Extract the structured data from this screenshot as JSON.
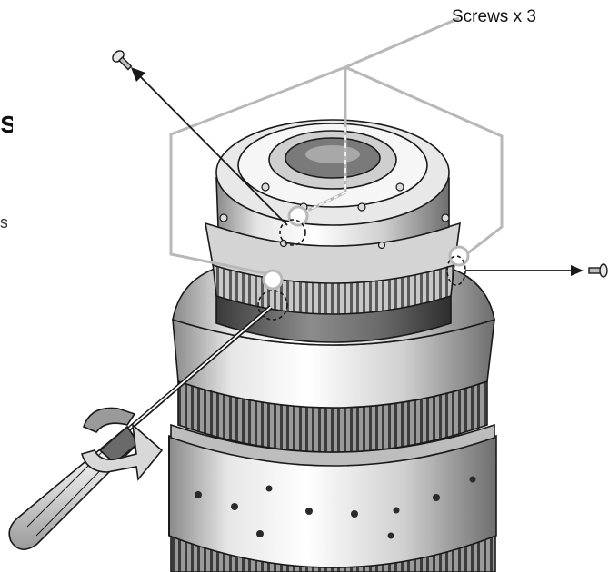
{
  "callout": {
    "label": "Screws x 3"
  },
  "clipped_text": {
    "heading_fragment": "s",
    "body_fragment": "s"
  },
  "icons": {
    "lens": "cine-lens-icon",
    "screwdriver": "screwdriver-icon",
    "rotation": "rotate-arrow-icon",
    "screw": "screw-icon"
  },
  "colors": {
    "line": "#1a1a1a",
    "callout_stroke": "#b8b8b8",
    "lens_light": "#f0f0f0",
    "lens_mid": "#c4c4c4",
    "lens_dark": "#4a4a4a"
  }
}
